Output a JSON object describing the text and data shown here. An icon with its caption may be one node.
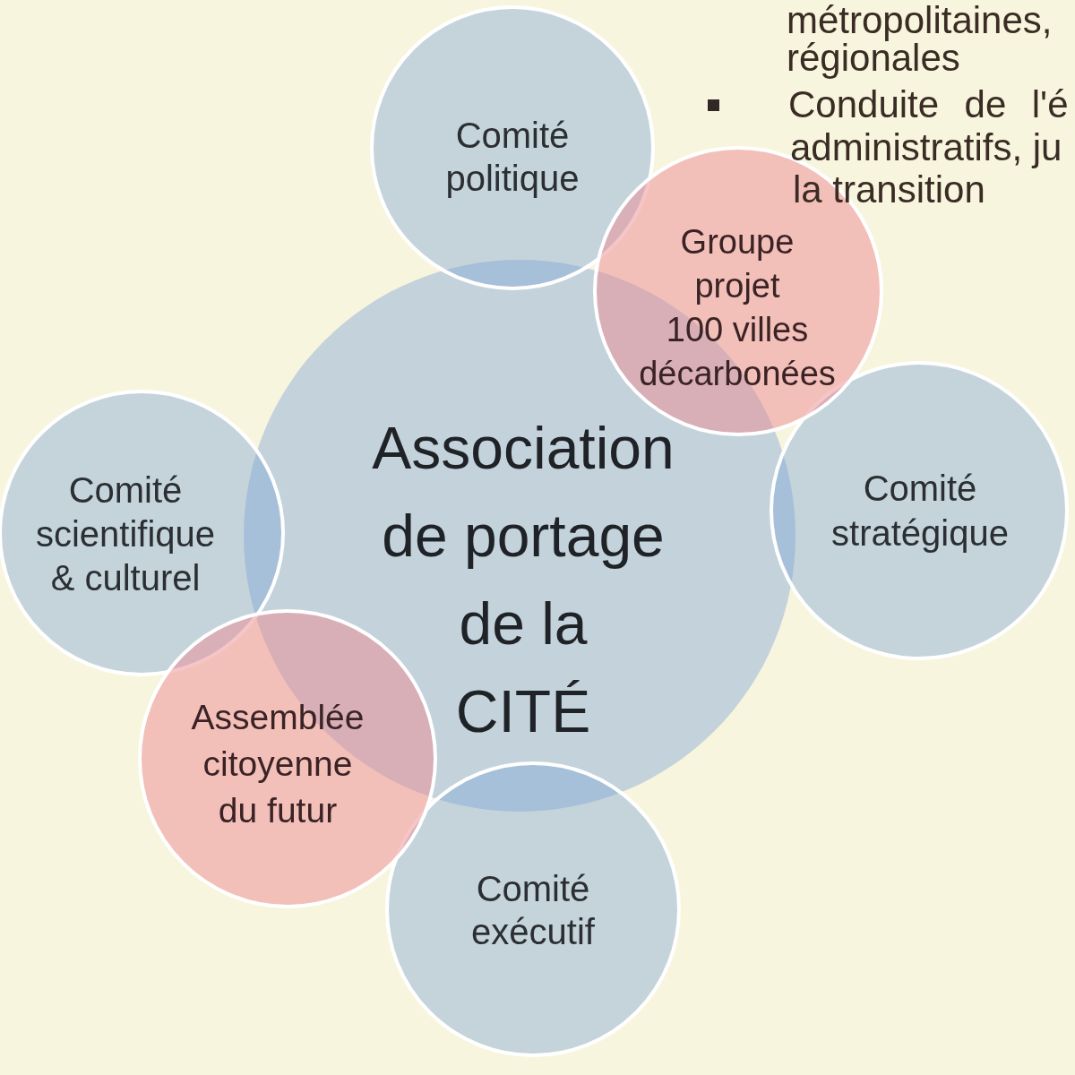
{
  "diagram": {
    "nodes": [
      {
        "text": [
          "Comité politique"
        ]
      },
      {
        "text": [
          "Groupe projet 100 villes décarbonées"
        ]
      },
      {
        "text": [
          "Comité scientifique & culturel"
        ]
      },
      {
        "text": [
          "Association de portage de la CITÉ"
        ]
      },
      {
        "text": [
          "Comité stratégique"
        ]
      },
      {
        "text": [
          "Assemblée citoyenne du futur"
        ]
      },
      {
        "text": [
          "Comité exécutif"
        ]
      }
    ],
    "labels": [
      "métropolitaines,",
      "régionales",
      "Conduite de l'é",
      "administratifs, ju",
      "la transition"
    ]
  }
}
